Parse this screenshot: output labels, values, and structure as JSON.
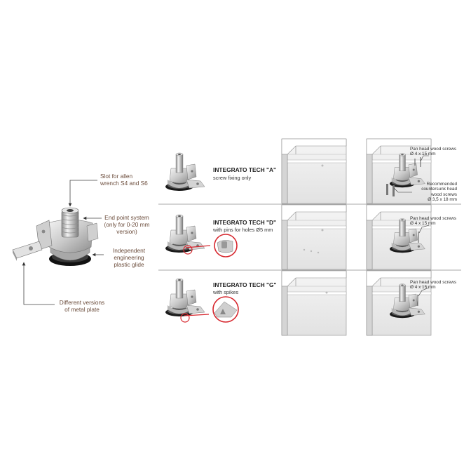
{
  "labels": {
    "slot": [
      "Slot for allen",
      "wrench S4 and S6"
    ],
    "end_point": [
      "End point system",
      "(only for 0-20 mm",
      "version)"
    ],
    "glide": [
      "Independent",
      "engineering",
      "plastic glide"
    ],
    "plate": [
      "Different versions",
      "of metal plate"
    ]
  },
  "rows": [
    {
      "title": "INTEGRATO TECH \"A\"",
      "subtitle": "screw fixing only"
    },
    {
      "title": "INTEGRATO TECH \"D\"",
      "subtitle": "with pins for holes Ø5 mm"
    },
    {
      "title": "INTEGRATO TECH \"G\"",
      "subtitle": "with spikes"
    }
  ],
  "callouts": {
    "pan_head": [
      "Pan head wood screws",
      "Ø 4 x 15 mm"
    ],
    "countersunk": [
      "Recommended",
      "countersunk head",
      "wood screws",
      "Ø 3,5 x 18 mm"
    ]
  },
  "colors": {
    "label_text": "#6b4c3b",
    "accent_red": "#d7282f",
    "line_gray": "#9a9a9a",
    "metal": "#c8c8c8",
    "glide_black": "#1a1a1a"
  }
}
